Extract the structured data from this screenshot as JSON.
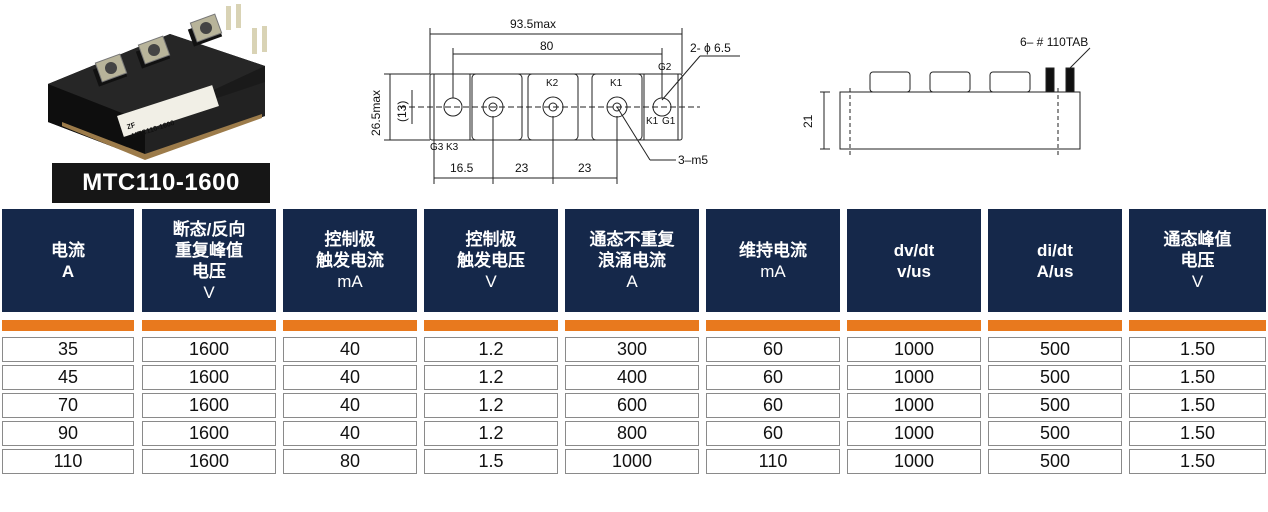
{
  "product": {
    "model": "MTC110-1600",
    "photo_label_brand": "ZF",
    "photo_label_model": "MTC110-1600"
  },
  "drawing": {
    "overall_length": "93.5max",
    "hole_pitch": "80",
    "mount_holes": "2- ϕ 6.5",
    "height": "26.5max",
    "hole_height": "(13)",
    "spacing_first": "16.5",
    "spacing_second": "23",
    "spacing_third": "23",
    "screw_terminals": "3–m5",
    "pin_k2": "K2",
    "pin_k1": "K1",
    "pin_g2": "G2",
    "pin_k1b": "K1",
    "pin_g1": "G1",
    "pin_g3": "G3",
    "pin_k3": "K3",
    "tab_spec": "6– # 110TAB",
    "side_height": "21"
  },
  "table": {
    "headers": [
      {
        "lines": [
          "电流",
          "A"
        ],
        "unit_line": ""
      },
      {
        "lines": [
          "断态/反向",
          "重复峰值",
          "电压"
        ],
        "unit_line": "V"
      },
      {
        "lines": [
          "控制极",
          "触发电流"
        ],
        "unit_line": "mA"
      },
      {
        "lines": [
          "控制极",
          "触发电压"
        ],
        "unit_line": "V"
      },
      {
        "lines": [
          "通态不重复",
          "浪涌电流"
        ],
        "unit_line": "A"
      },
      {
        "lines": [
          "维持电流"
        ],
        "unit_line": "mA"
      },
      {
        "lines": [
          "dv/dt",
          "v/us"
        ],
        "unit_line": ""
      },
      {
        "lines": [
          "di/dt",
          "A/us"
        ],
        "unit_line": ""
      },
      {
        "lines": [
          "通态峰值",
          "电压"
        ],
        "unit_line": "V"
      }
    ],
    "rows": [
      [
        "35",
        "1600",
        "40",
        "1.2",
        "300",
        "60",
        "1000",
        "500",
        "1.50"
      ],
      [
        "45",
        "1600",
        "40",
        "1.2",
        "400",
        "60",
        "1000",
        "500",
        "1.50"
      ],
      [
        "70",
        "1600",
        "40",
        "1.2",
        "600",
        "60",
        "1000",
        "500",
        "1.50"
      ],
      [
        "90",
        "1600",
        "40",
        "1.2",
        "800",
        "60",
        "1000",
        "500",
        "1.50"
      ],
      [
        "110",
        "1600",
        "80",
        "1.5",
        "1000",
        "110",
        "1000",
        "500",
        "1.50"
      ]
    ],
    "colors": {
      "header_bg": "#15284a",
      "accent_bar": "#e8791e",
      "cell_border": "#8a8a8a"
    }
  }
}
